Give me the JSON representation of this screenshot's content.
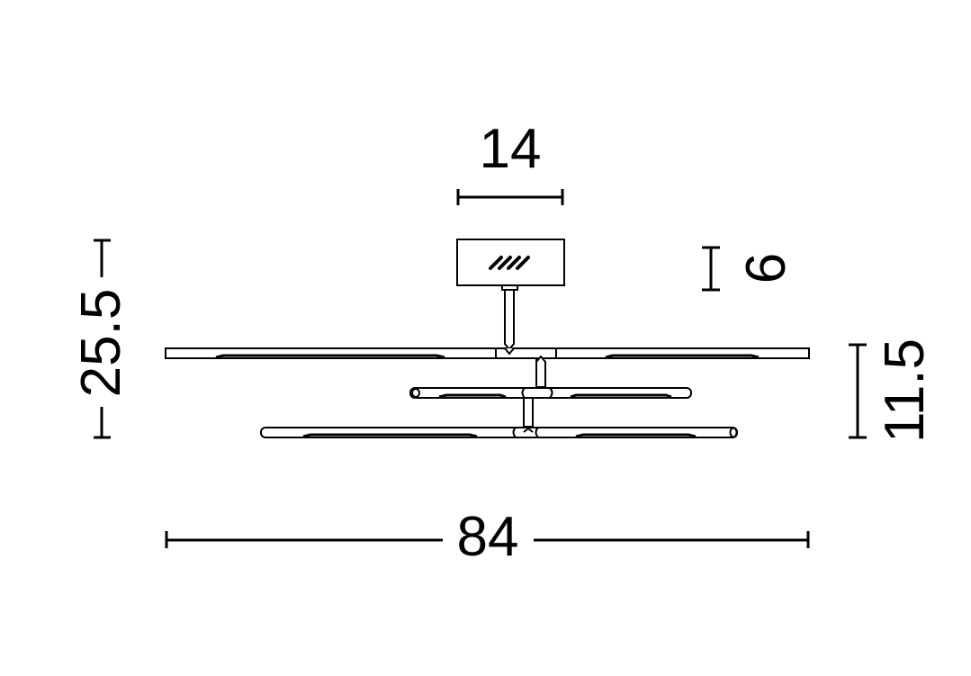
{
  "diagram": {
    "title": "Ceiling lamp dimension drawing",
    "line_color": "#000000",
    "background": "#ffffff",
    "dimensions": {
      "canopy_width": {
        "label": "14"
      },
      "canopy_height": {
        "label": "6"
      },
      "total_height": {
        "label": "25.5"
      },
      "arms_height": {
        "label": "11.5"
      },
      "total_width": {
        "label": "84"
      }
    },
    "components": [
      "canopy",
      "stem",
      "top-bar",
      "middle-bar",
      "bottom-bar",
      "connectors"
    ]
  }
}
